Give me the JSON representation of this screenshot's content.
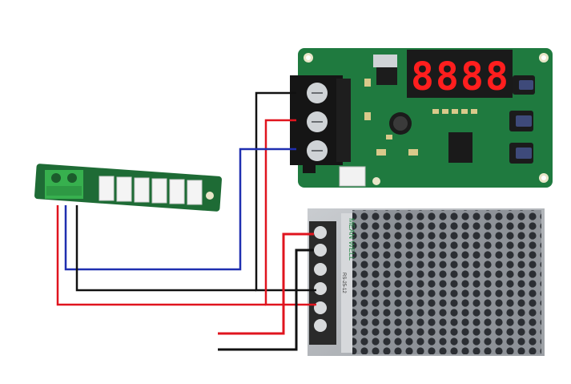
{
  "display": {
    "digits": [
      "8",
      "8",
      "8",
      "8"
    ]
  },
  "psu": {
    "brand": "MEAN WELL",
    "model": "RS-25-12"
  },
  "wires": {
    "red": "#e0141e",
    "black": "#111111",
    "blue": "#1f2fb0"
  },
  "board_colors": {
    "controller_pcb": "#1f7a3f",
    "adapter_pcb": "#1e6b35",
    "display_red": "#ff1e1e"
  }
}
